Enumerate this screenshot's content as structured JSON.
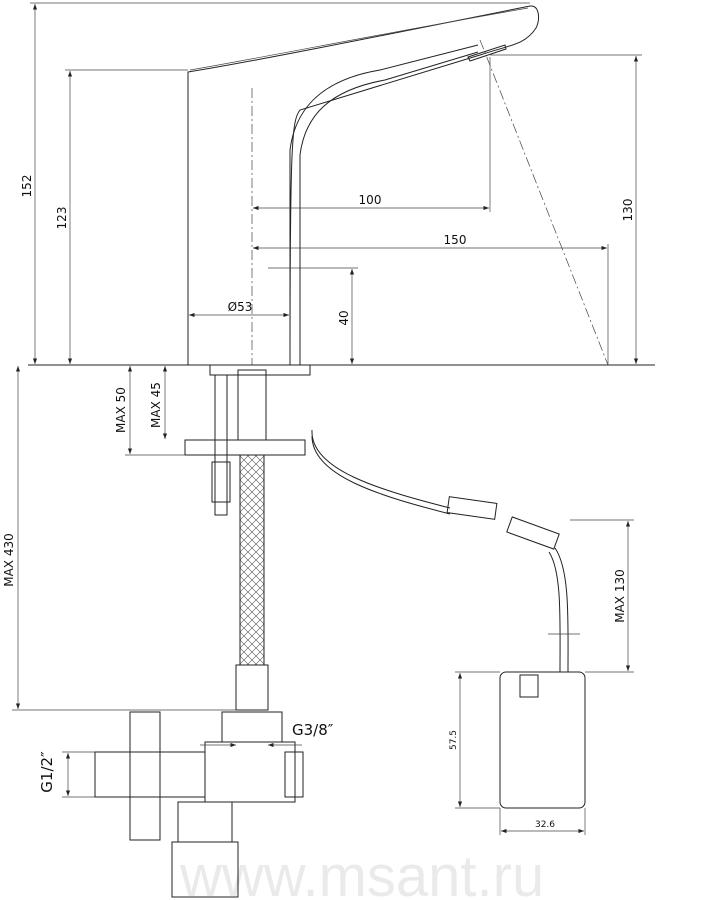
{
  "title": "Sensor faucet dimensional drawing",
  "dimensions": {
    "total_height": "152",
    "body_height": "123",
    "spout_reach": "100",
    "sensor_reach": "150",
    "spout_height": "130",
    "sensor_height": "40",
    "body_diameter": "Ø53",
    "max_counter_50": "MAX 50",
    "max_counter_45": "MAX 45",
    "max_hose": "MAX 430",
    "max_cable": "MAX 130",
    "box_height": "57.5",
    "box_width": "32.6"
  },
  "threads": {
    "hose_thread": "G3/8″",
    "valve_thread": "G1/2″"
  },
  "watermark": "www.msant.ru"
}
